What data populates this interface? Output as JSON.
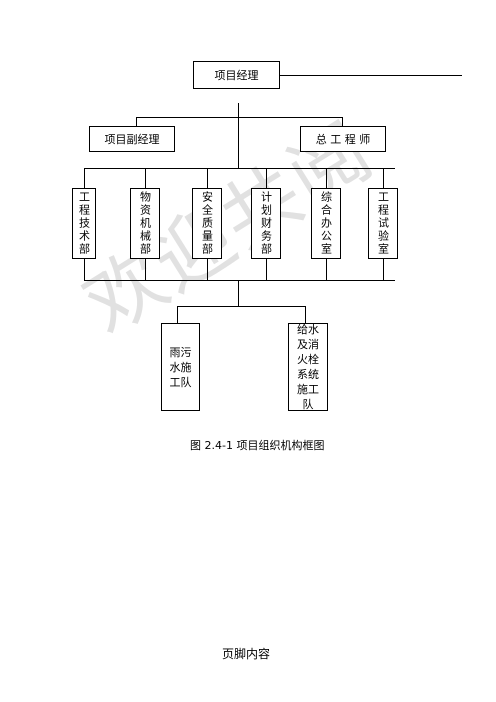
{
  "chart": {
    "manager": "项目经理",
    "deputy_manager": "项目副经理",
    "chief_engineer": "总 工 程 师",
    "departments": [
      "工程技术部",
      "物资机械部",
      "安全质量部",
      "计划财务部",
      "综合办公室",
      "工程试验室"
    ],
    "teams": [
      "雨污\n水施\n工队",
      "给水\n及消\n火栓\n系统\n施工\n队"
    ]
  },
  "caption": "图 2.4-1 项目组织机构框图",
  "footer": "页脚内容",
  "watermark": "欢迎共阅"
}
